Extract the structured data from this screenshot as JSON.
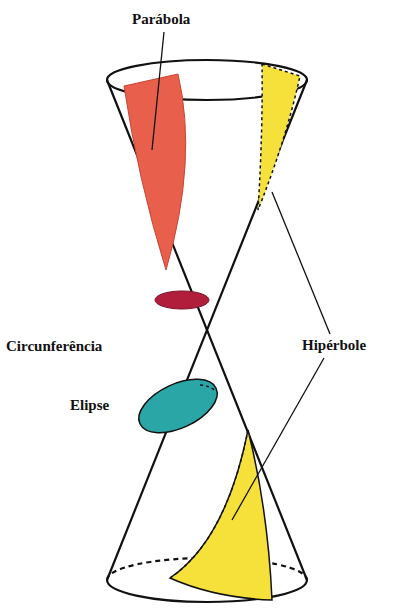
{
  "diagram": {
    "labels": [
      "Parábola",
      "Circunferência",
      "Elipse",
      "Hipérbole"
    ]
  }
}
